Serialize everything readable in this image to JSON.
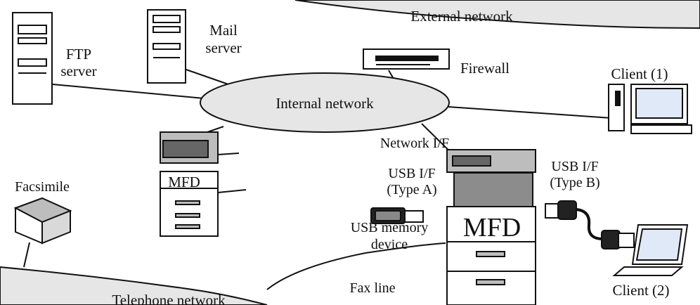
{
  "labels": {
    "external_network": "External network",
    "internal_network": "Internal network",
    "telephone_network": "Telephone network",
    "ftp_server_line1": "FTP",
    "ftp_server_line2": "server",
    "mail_server_line1": "Mail",
    "mail_server_line2": "server",
    "firewall": "Firewall",
    "client1": "Client (1)",
    "client2": "Client (2)",
    "network_if": "Network I/F",
    "usb_if_a_line1": "USB I/F",
    "usb_if_a_line2": "(Type A)",
    "usb_if_b_line1": "USB I/F",
    "usb_if_b_line2": "(Type B)",
    "usb_memory_line1": "USB memory",
    "usb_memory_line2": "device",
    "mfd_small": "MFD",
    "mfd_large": "MFD",
    "facsimile": "Facsimile",
    "fax_line": "Fax line"
  },
  "colors": {
    "network_fill": "#e6e6e6",
    "outline": "#111111",
    "device_gray": "#bdbdbd",
    "screen_blue": "#dfe9f7"
  }
}
